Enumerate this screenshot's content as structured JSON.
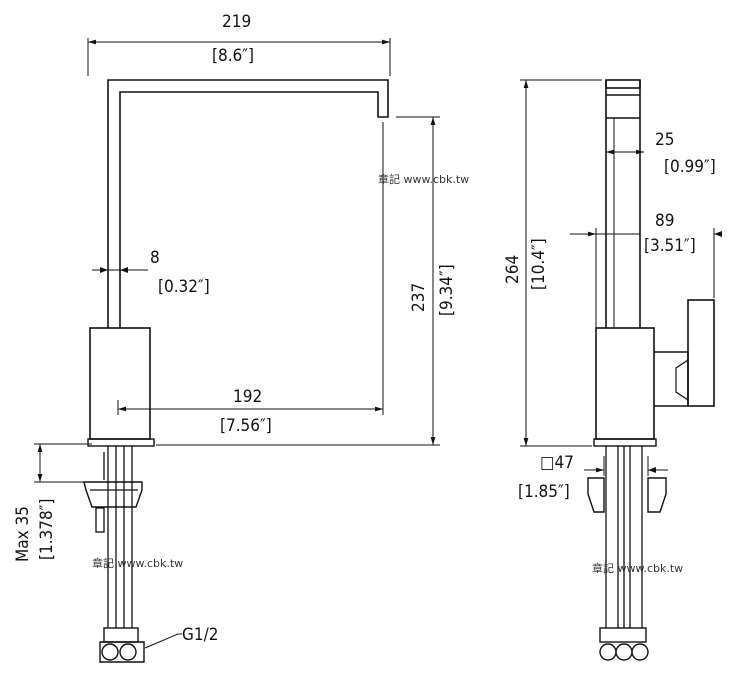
{
  "front_view": {
    "width_mm": "219",
    "width_in": "[8.6″]",
    "wall_mm": "8",
    "wall_in": "[0.32″]",
    "height_mm": "237",
    "height_in": "[9.34″]",
    "reach_mm": "192",
    "reach_in": "[7.56″]",
    "max_label": "Max 35",
    "max_in": "[1.378″]",
    "thread": "G1/2"
  },
  "side_view": {
    "total_height_mm": "264",
    "total_height_in": "[10.4″]",
    "spout_mm": "25",
    "spout_in": "[0.99″]",
    "handle_mm": "89",
    "handle_in": "[3.51″]",
    "base_mm": "□47",
    "base_in": "[1.85″]"
  },
  "watermarks": [
    "章記 www.cbk.tw",
    "章記 www.cbk.tw",
    "章記 www.cbk.tw"
  ]
}
